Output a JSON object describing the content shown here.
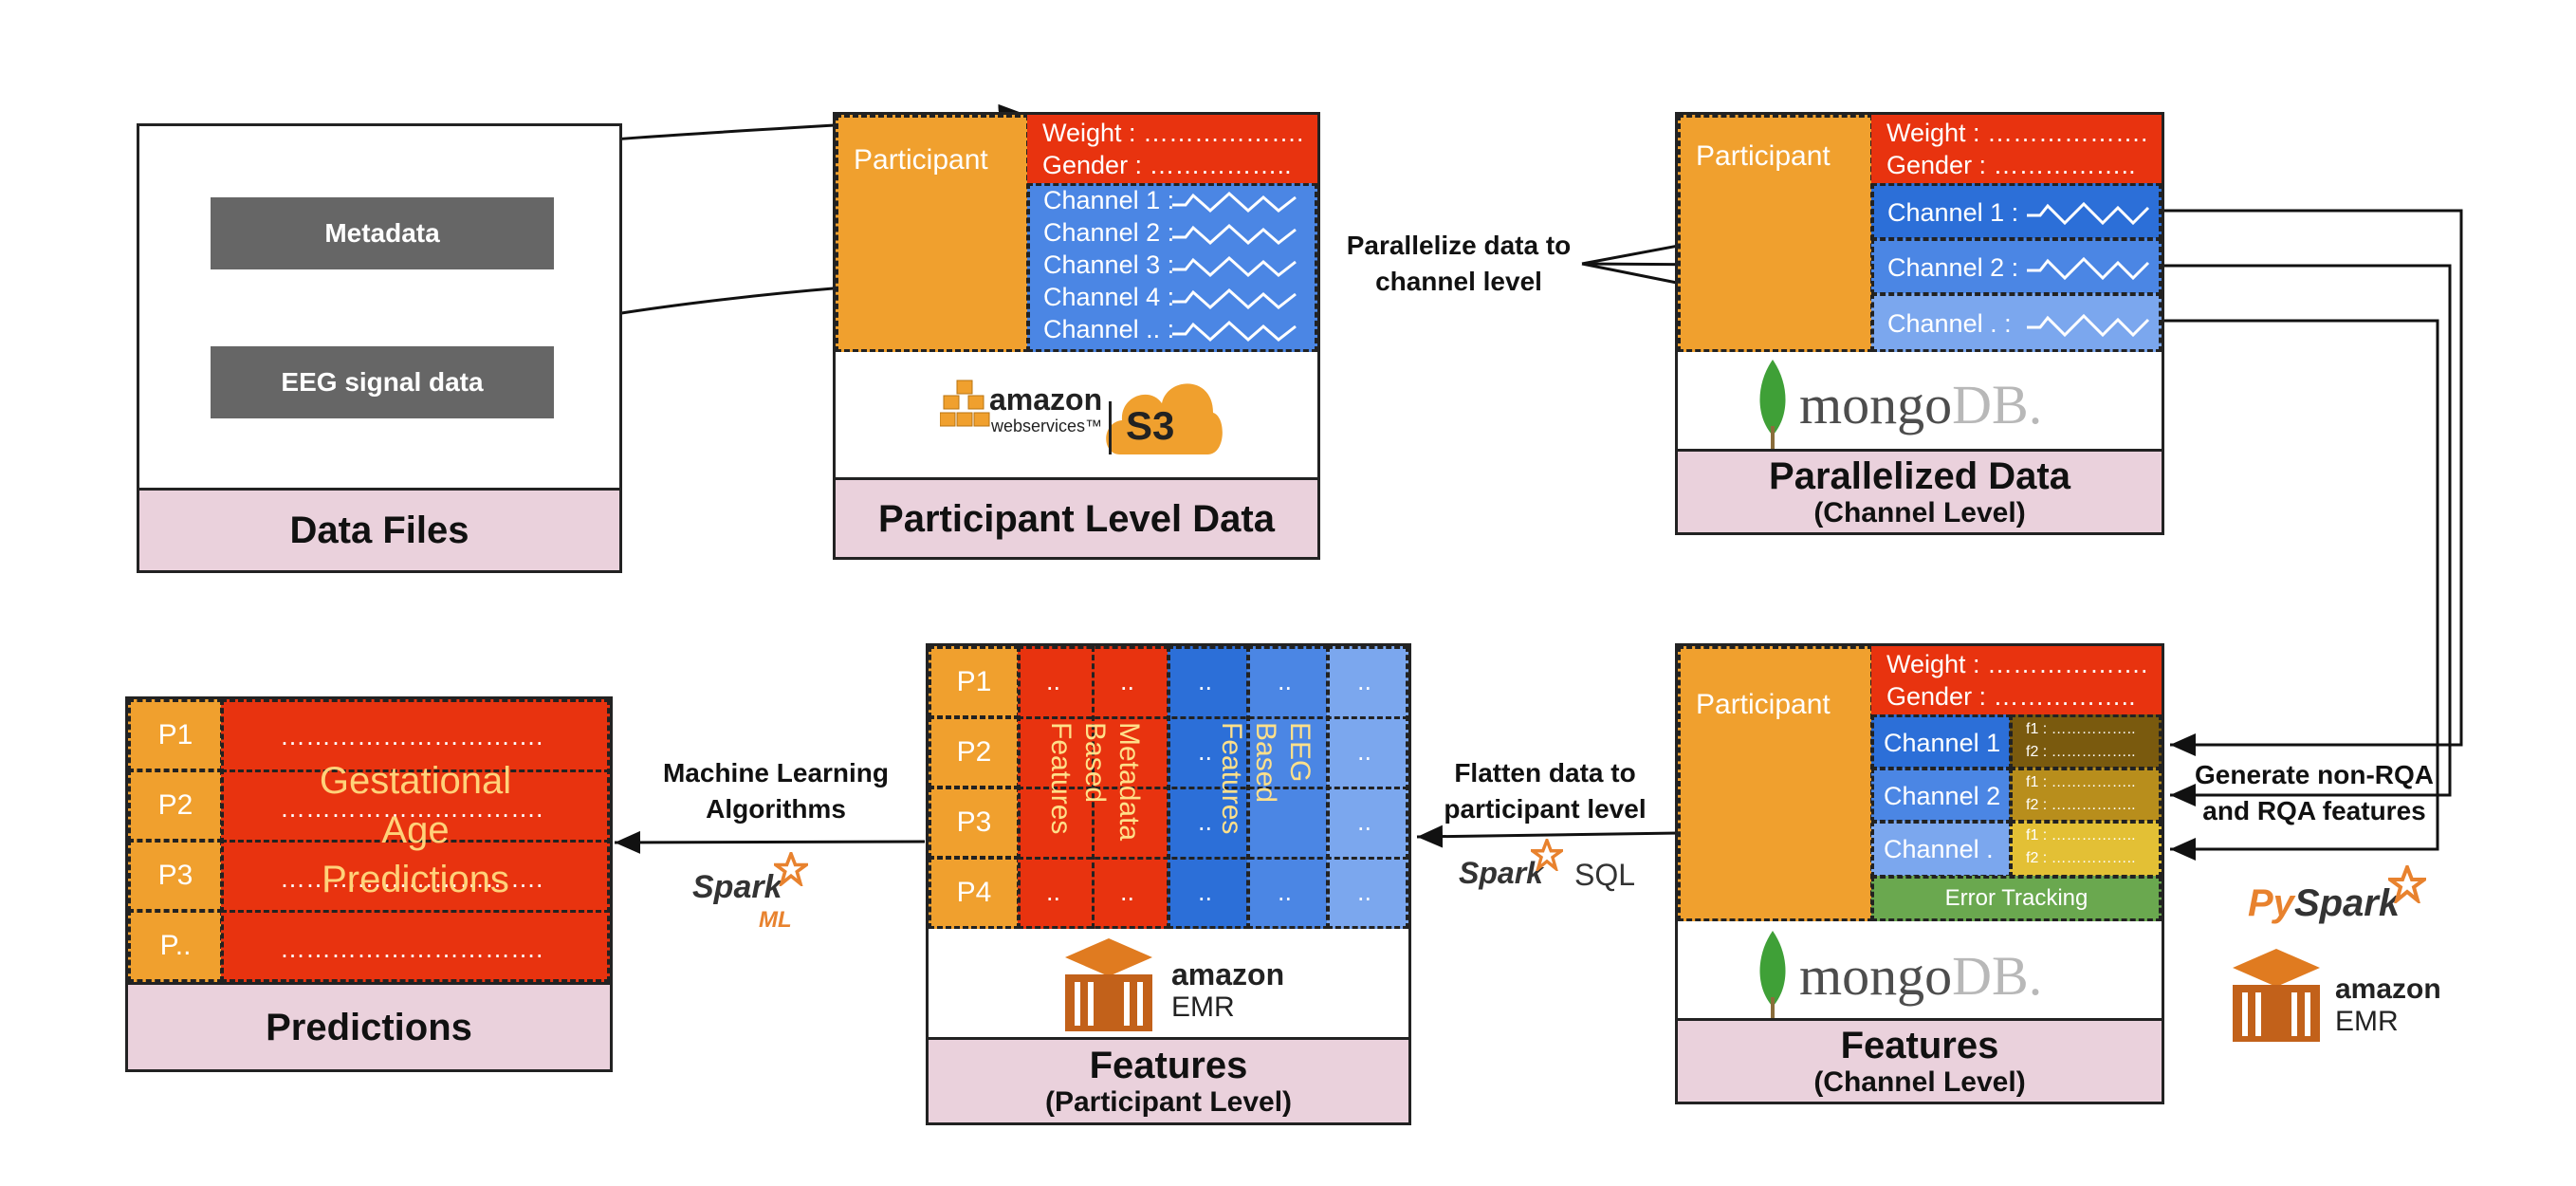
{
  "data_files": {
    "metadata": "Metadata",
    "eeg": "EEG signal data",
    "title": "Data Files"
  },
  "participant_level": {
    "participant": "Participant",
    "weight": "Weight : ……………….",
    "gender": "Gender : ……………..",
    "channels": [
      "Channel 1 :",
      "Channel 2 :",
      "Channel 3 :",
      "Channel 4 :",
      "Channel .. :"
    ],
    "logo_text": "amazon",
    "logo_sub": "webservices™",
    "logo_s3": "S3",
    "title": "Participant Level Data"
  },
  "parallelize_label": [
    "Parallelize data to",
    "channel level"
  ],
  "parallelized": {
    "participant": "Participant",
    "weight": "Weight : ……………….",
    "gender": "Gender : ……………..",
    "channels": [
      "Channel 1 :",
      "Channel 2 :",
      "Channel . :"
    ],
    "mongo_a": "mongo",
    "mongo_b": "DB.",
    "title": "Parallelized Data",
    "subtitle": "(Channel Level)"
  },
  "generate_label": [
    "Generate non-RQA",
    "and RQA features"
  ],
  "pyspark": {
    "py": "Py",
    "spark": "Spark",
    "amazon": "amazon",
    "emr": "EMR"
  },
  "features_channel": {
    "participant": "Participant",
    "weight": "Weight : ……………….",
    "gender": "Gender : ……………..",
    "channels": [
      "Channel 1",
      "Channel 2",
      "Channel ."
    ],
    "f1": "f1 : ……………..",
    "f2": "f2 : ……………..",
    "error": "Error Tracking",
    "mongo_a": "mongo",
    "mongo_b": "DB.",
    "title": "Features",
    "subtitle": "(Channel Level)"
  },
  "flatten_label": [
    "Flatten data to",
    "participant level"
  ],
  "spark_sql": {
    "spark": "Spark",
    "sql": "SQL"
  },
  "features_participant": {
    "rows": [
      "P1",
      "P2",
      "P3",
      "P4"
    ],
    "dots": "..",
    "meta_label": [
      "Metadata",
      "Based",
      "Features"
    ],
    "eeg_label": [
      "EEG",
      "Based",
      "Features"
    ],
    "amazon": "amazon",
    "emr": "EMR",
    "title": "Features",
    "subtitle": "(Participant Level)"
  },
  "ml_label": [
    "Machine Learning",
    "Algorithms"
  ],
  "spark_ml": {
    "spark": "Spark",
    "ml": "ML"
  },
  "predictions": {
    "rows": [
      "P1",
      "P2",
      "P3",
      "P.."
    ],
    "dots": "………………………….",
    "center": [
      "Gestational",
      "Age",
      "Predictions"
    ],
    "title": "Predictions"
  }
}
